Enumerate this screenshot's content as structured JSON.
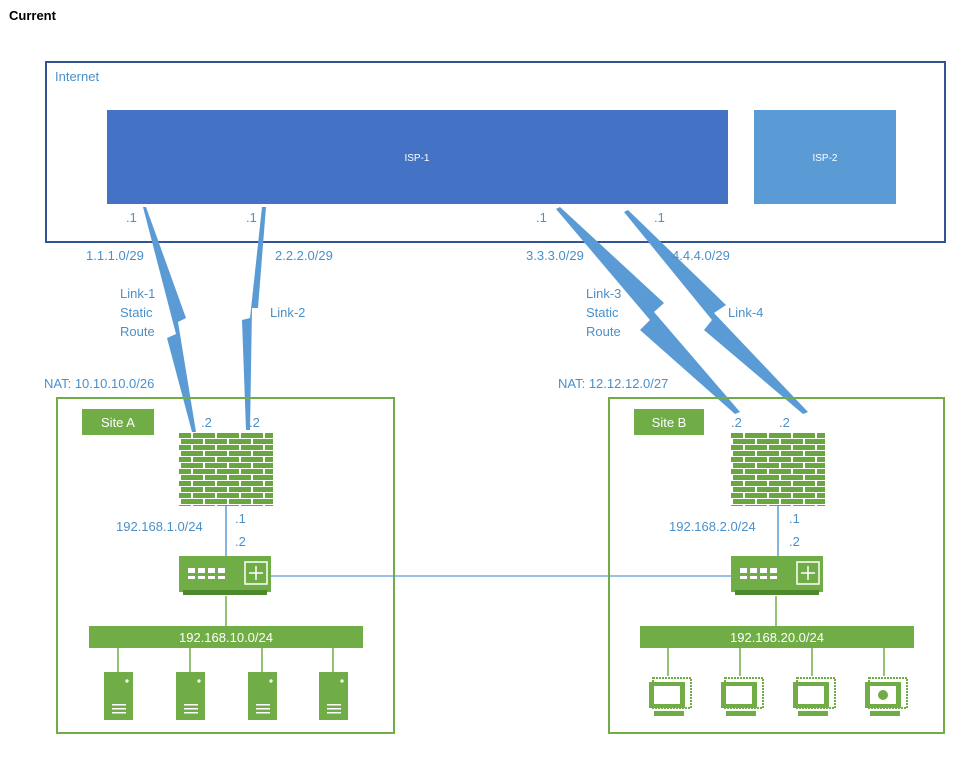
{
  "page_title": "Current",
  "internet": {
    "label": "Internet",
    "isp1": "ISP-1",
    "isp2": "ISP-2"
  },
  "links": [
    {
      "isp_ip": ".1",
      "subnet": "1.1.1.0/29",
      "name": "Link-1",
      "desc1": "Static",
      "desc2": "Route",
      "site_ip": ".2"
    },
    {
      "isp_ip": ".1",
      "subnet": "2.2.2.0/29",
      "name": "Link-2",
      "site_ip": ".2"
    },
    {
      "isp_ip": ".1",
      "subnet": "3.3.3.0/29",
      "name": "Link-3",
      "desc1": "Static",
      "desc2": "Route",
      "site_ip": ".2"
    },
    {
      "isp_ip": ".1",
      "subnet": "4.4.4.0/29",
      "name": "Link-4",
      "site_ip": ".2"
    }
  ],
  "site_a": {
    "label": "Site A",
    "nat": "NAT: 10.10.10.0/26",
    "transit_subnet": "192.168.1.0/24",
    "fw_ip": ".1",
    "router_ip": ".2",
    "lan": "192.168.10.0/24",
    "hosts": [
      "server",
      "server",
      "server",
      "server"
    ]
  },
  "site_b": {
    "label": "Site B",
    "nat": "NAT: 12.12.12.0/27",
    "transit_subnet": "192.168.2.0/24",
    "fw_ip": ".1",
    "router_ip": ".2",
    "lan": "192.168.20.0/24",
    "hosts": [
      "workstation",
      "workstation",
      "workstation",
      "workstation"
    ]
  },
  "colors": {
    "blue_border": "#2f5597",
    "isp1_fill": "#4472c4",
    "isp2_fill": "#5b9bd5",
    "green": "#70ad47",
    "green_dark": "#4e8a2c",
    "label_blue": "#4a90c9",
    "link_blue": "#5b9bd5"
  }
}
